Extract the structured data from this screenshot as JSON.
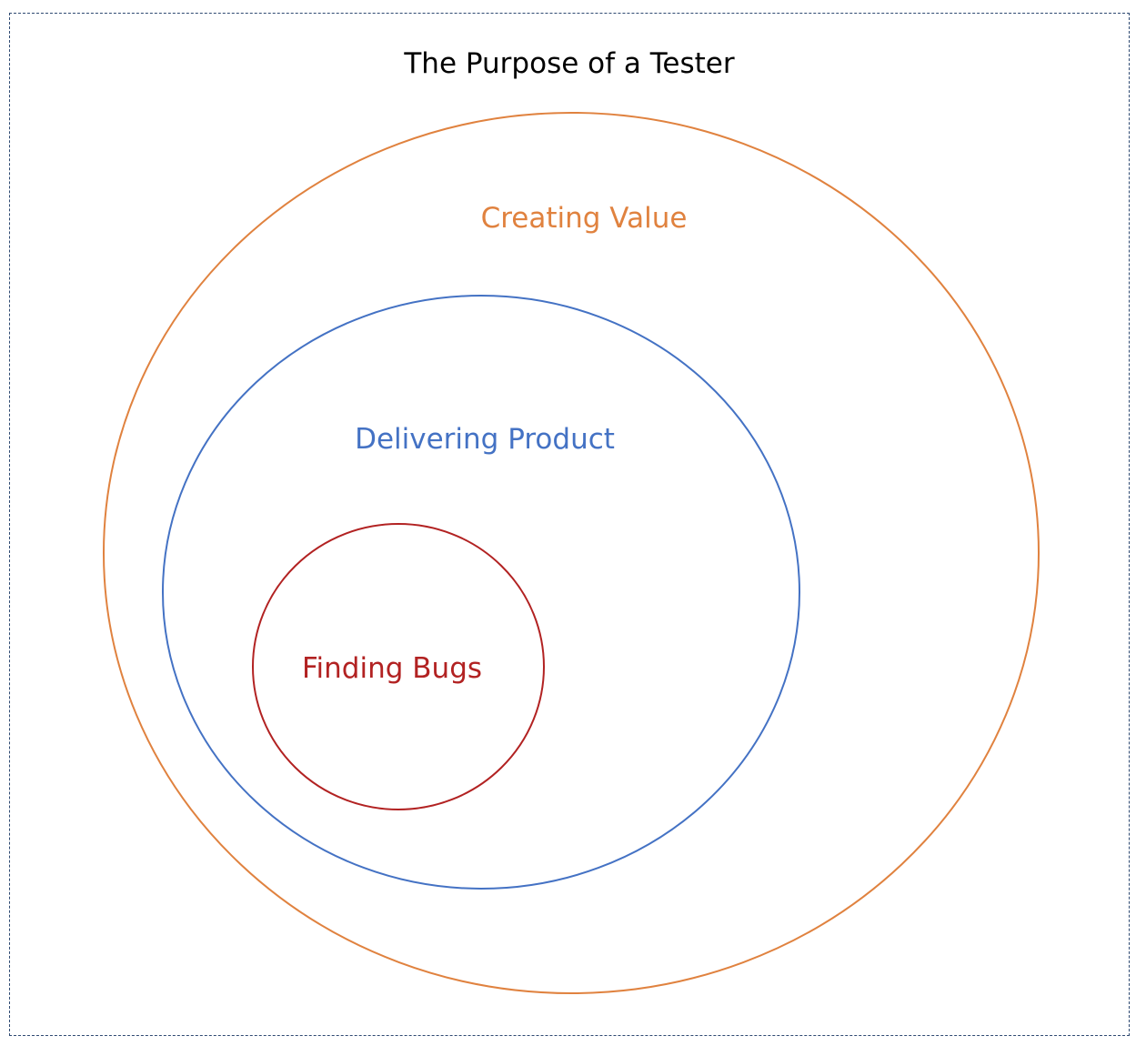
{
  "diagram": {
    "title": "The Purpose of a Tester",
    "layers": [
      {
        "id": "outer",
        "label": "Creating Value",
        "color": "#e0823f"
      },
      {
        "id": "middle",
        "label": "Delivering Product",
        "color": "#4472c4"
      },
      {
        "id": "inner",
        "label": "Finding Bugs",
        "color": "#b22222"
      }
    ],
    "frame_color": "#2f4a72"
  }
}
